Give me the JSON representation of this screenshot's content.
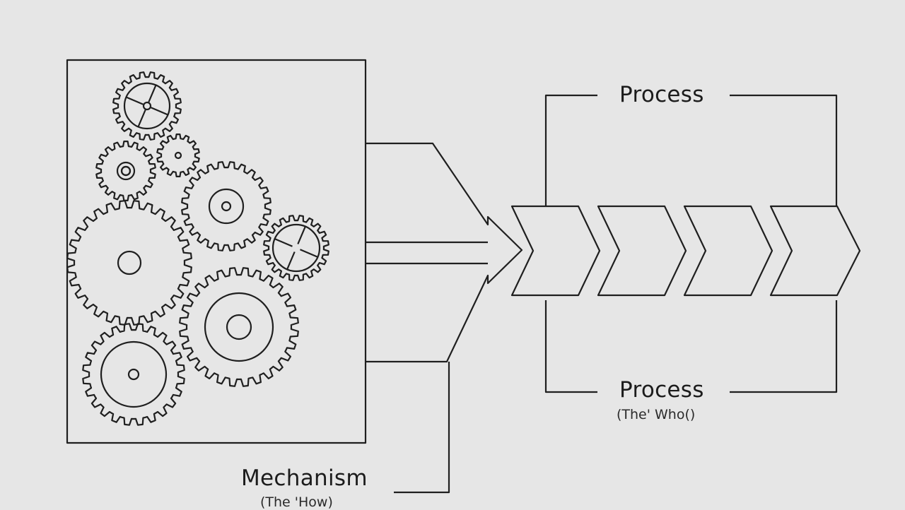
{
  "labels": {
    "process_top": "Process",
    "process_bottom": "Process",
    "process_bottom_sub": "(The' Who()",
    "mechanism": "Mechanism",
    "mechanism_sub": "(The 'How)"
  },
  "colors": {
    "background": "#e6e6e6",
    "stroke": "#1f1f1f"
  },
  "icons": [
    "gear-icon",
    "chevron-arrow-icon"
  ],
  "process_step_count": 4
}
